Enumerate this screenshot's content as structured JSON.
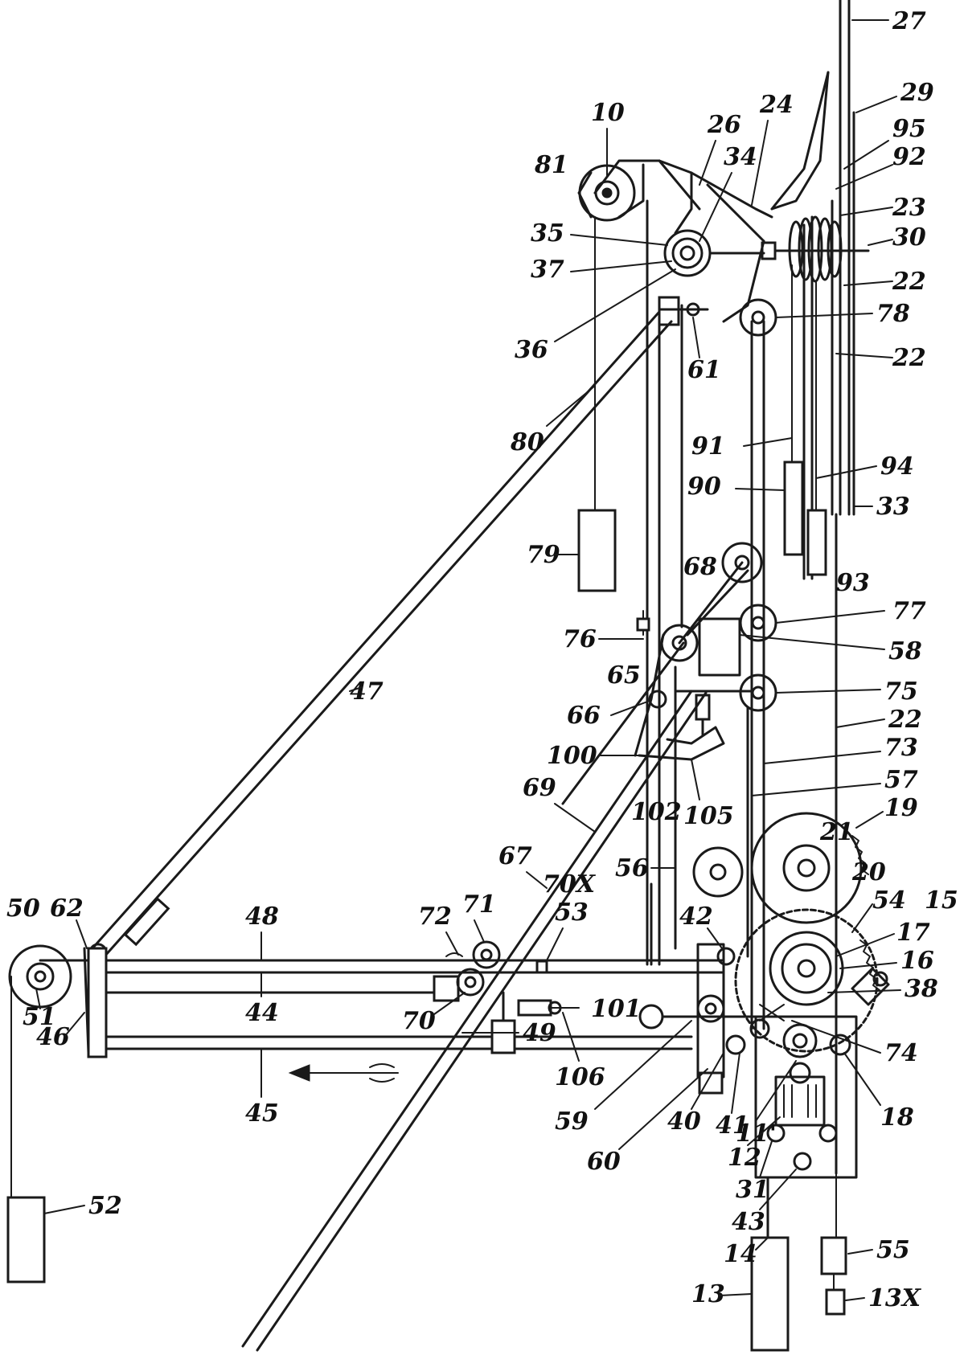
{
  "figure": {
    "ink_color": "#1a1a1a",
    "background_color": "#ffffff",
    "reference_numerals": [
      "27",
      "29",
      "95",
      "92",
      "23",
      "30",
      "22",
      "22",
      "10",
      "81",
      "26",
      "24",
      "34",
      "35",
      "37",
      "36",
      "78",
      "61",
      "80",
      "91",
      "90",
      "94",
      "33",
      "79",
      "93",
      "68",
      "77",
      "76",
      "58",
      "65",
      "75",
      "66",
      "22",
      "73",
      "57",
      "100",
      "69",
      "102",
      "105",
      "19",
      "21",
      "20",
      "67",
      "70X",
      "56",
      "71",
      "72",
      "53",
      "48",
      "50",
      "62",
      "42",
      "54",
      "15",
      "17",
      "16",
      "38",
      "51",
      "44",
      "46",
      "70",
      "101",
      "49",
      "106",
      "74",
      "45",
      "59",
      "40",
      "41",
      "11'",
      "18",
      "60",
      "12",
      "31",
      "43",
      "14",
      "55",
      "52",
      "13",
      "13X",
      "47"
    ]
  }
}
